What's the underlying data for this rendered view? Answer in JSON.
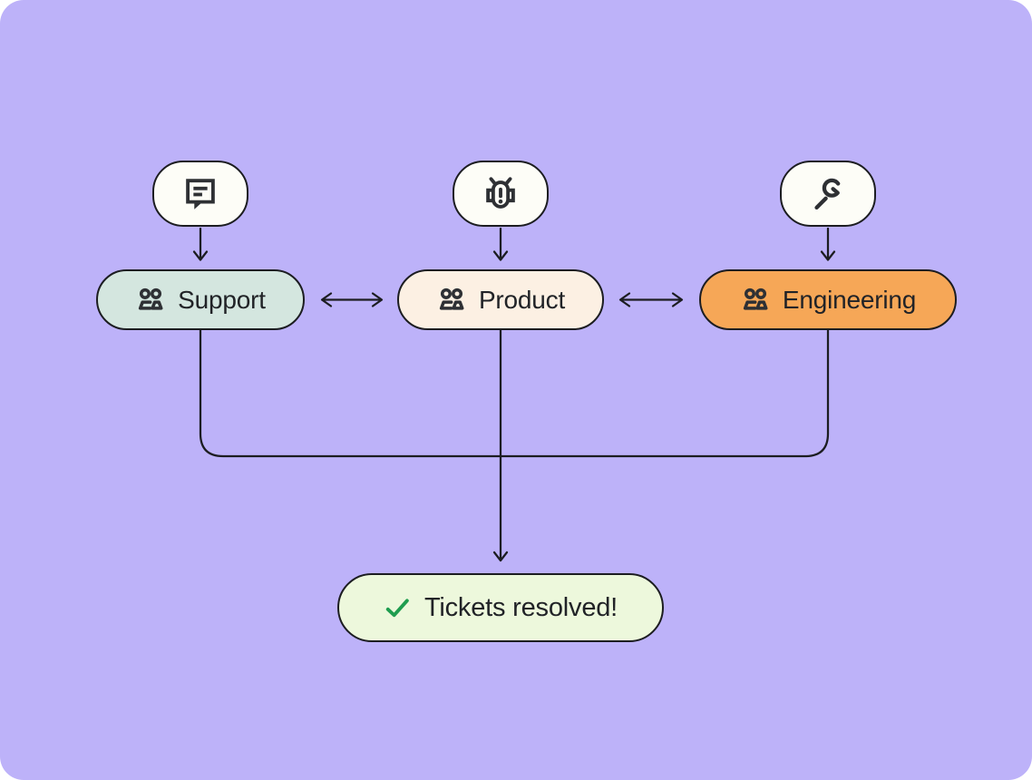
{
  "colors": {
    "page-bg": "#ffffff",
    "canvas-bg": "#bdb2f9",
    "bubble-bg": "#fdfdf7",
    "support-bg": "#d4e6df",
    "product-bg": "#fcf0e3",
    "engineering-bg": "#f6a757",
    "resolved-bg": "#edf8dc",
    "line": "#1c1d21",
    "icon": "#2e3034",
    "text": "#212327",
    "check-green": "#1f9d4f"
  },
  "diagram": {
    "teams": [
      {
        "id": "support",
        "label": "Support",
        "team_icon": "users-icon",
        "topic_icon": "comment-icon"
      },
      {
        "id": "product",
        "label": "Product",
        "team_icon": "users-icon",
        "topic_icon": "bug-icon"
      },
      {
        "id": "engineering",
        "label": "Engineering",
        "team_icon": "users-icon",
        "topic_icon": "wrench-icon"
      }
    ],
    "connections": [
      "comment-to-support",
      "bug-to-product",
      "wrench-to-engineering",
      "support-product-bidirectional",
      "product-engineering-bidirectional",
      "all-teams-to-result"
    ],
    "result": {
      "label": "Tickets resolved!",
      "icon": "check-icon"
    }
  }
}
